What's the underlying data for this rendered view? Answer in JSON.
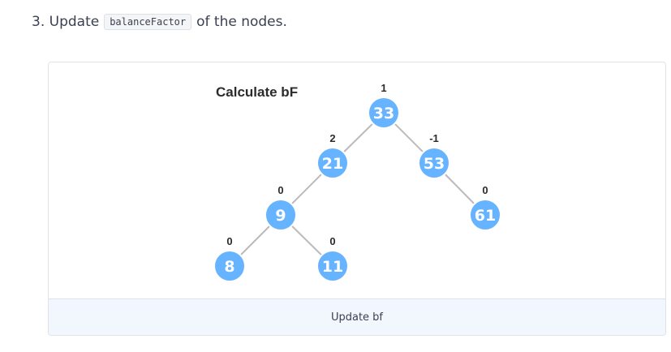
{
  "step": {
    "number_text": "3. Update",
    "code": "balanceFactor",
    "suffix": "of the nodes."
  },
  "diagram": {
    "title": "Calculate bF",
    "caption": "Update bf",
    "colors": {
      "node_fill": "#66b3ff",
      "node_stroke": "#ffffff",
      "edge": "#bbbbbb",
      "label": "#2b2b2b"
    },
    "nodes": [
      {
        "id": "n33",
        "value": "33",
        "bf": "1"
      },
      {
        "id": "n21",
        "value": "21",
        "bf": "2"
      },
      {
        "id": "n53",
        "value": "53",
        "bf": "-1"
      },
      {
        "id": "n9",
        "value": "9",
        "bf": "0"
      },
      {
        "id": "n61",
        "value": "61",
        "bf": "0"
      },
      {
        "id": "n8",
        "value": "8",
        "bf": "0"
      },
      {
        "id": "n11",
        "value": "11",
        "bf": "0"
      }
    ],
    "edges": [
      {
        "from": "n33",
        "to": "n21"
      },
      {
        "from": "n33",
        "to": "n53"
      },
      {
        "from": "n21",
        "to": "n9"
      },
      {
        "from": "n53",
        "to": "n61"
      },
      {
        "from": "n9",
        "to": "n8"
      },
      {
        "from": "n9",
        "to": "n11"
      }
    ]
  }
}
